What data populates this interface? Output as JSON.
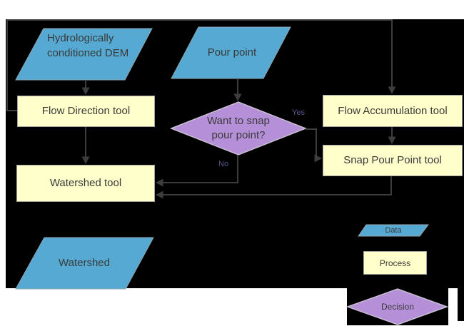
{
  "colors": {
    "page": "#ffffff",
    "background": "#000000",
    "data_fill": "#55a9d2",
    "data_stroke": "#8fa6b2",
    "process_fill": "#ffffcb",
    "process_stroke": "#a3a3a3",
    "decision_fill": "#b68fd9",
    "decision_stroke": "#c9c0d4",
    "connector": "#3d3d3d",
    "text": "#3a3a3a"
  },
  "nodes": {
    "dem": "Hydrologically conditioned DEM",
    "pour_point": "Pour point",
    "flow_direction": "Flow Direction tool",
    "decision": "Want to snap pour point?",
    "flow_accumulation": "Flow Accumulation tool",
    "snap_pour_point": "Snap Pour Point tool",
    "watershed_tool": "Watershed tool",
    "watershed": "Watershed"
  },
  "edge_labels": {
    "yes": "Yes",
    "no": "No"
  },
  "legend": {
    "data": "Data",
    "process": "Process",
    "decision": "Decision"
  }
}
